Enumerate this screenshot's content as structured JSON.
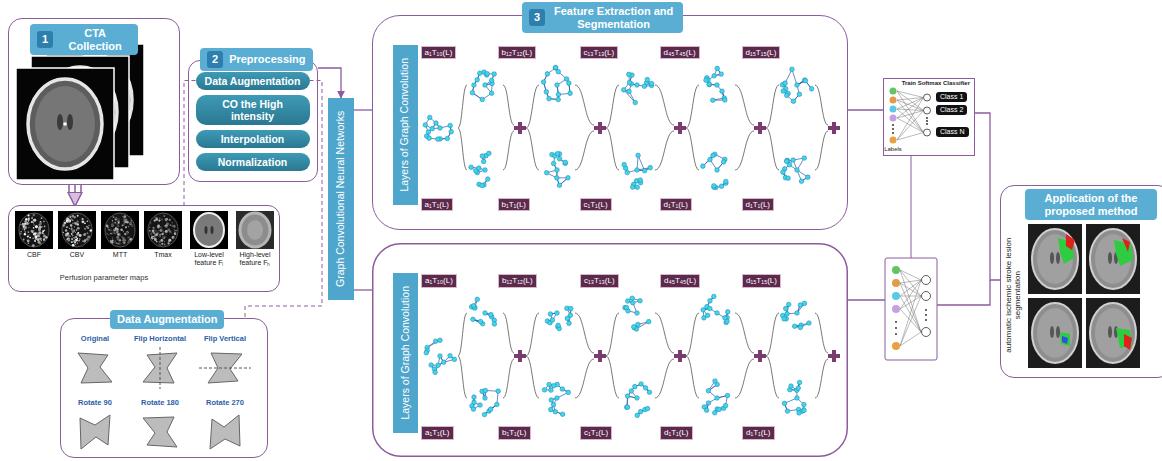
{
  "diagram": {
    "nodes": [
      {
        "text": [
          "1",
          "CTA Collection"
        ]
      },
      {
        "text": [
          "2",
          "Preprocessing"
        ]
      },
      {
        "text": [
          "Data Augmentation"
        ],
        "in": 1
      },
      {
        "text": [
          "CO the High intensity"
        ],
        "in": 1
      },
      {
        "text": [
          "Interpolation"
        ],
        "in": 1
      },
      {
        "text": [
          "Normalization"
        ],
        "in": 1
      },
      {
        "text": [
          "Perfusion parameter maps"
        ]
      },
      {
        "text": [
          "Data Augmentation"
        ]
      },
      {
        "text": [
          "Graph Convolutional Neural Networks"
        ]
      },
      {
        "text": [
          "3",
          "Feature Extraction and Segmentation"
        ]
      },
      {
        "text": [
          "Layers of Graph Convolution"
        ],
        "in": 9
      },
      {
        "text": [
          "a₁T₁₀(L)"
        ],
        "in": 9
      },
      {
        "text": [
          "a₁T₁(L)"
        ],
        "in": 9
      },
      {
        "text": [
          "b₁₂T₁₂(L)"
        ],
        "in": 9
      },
      {
        "text": [
          "b₁T₁(L)"
        ],
        "in": 9
      },
      {
        "text": [
          "c₁₃T₁₃(L)"
        ],
        "in": 9
      },
      {
        "text": [
          "c₁T₁(L)"
        ],
        "in": 9
      },
      {
        "text": [
          "d₄₅T₄₅(L)"
        ],
        "in": 9
      },
      {
        "text": [
          "d₁T₁(L)"
        ],
        "in": 9
      },
      {
        "text": [
          "d₁₅T₁₅(L)"
        ],
        "in": 9
      },
      {
        "text": [
          "d₁T₁(L)"
        ],
        "in": 9
      },
      {
        "text": [
          "Layers of Graph Convolution"
        ]
      },
      {
        "text": [
          "a₁T₁₀(L)"
        ]
      },
      {
        "text": [
          "a₁T₁(L)"
        ]
      },
      {
        "text": [
          "b₁₂T₁₂(L)"
        ]
      },
      {
        "text": [
          "b₁T₁(L)"
        ]
      },
      {
        "text": [
          "c₁₃T₁₃(L)"
        ]
      },
      {
        "text": [
          "c₁T₁(L)"
        ]
      },
      {
        "text": [
          "d₄₅T₄₅(L)"
        ]
      },
      {
        "text": [
          "d₁T₁(L)"
        ]
      },
      {
        "text": [
          "d₁₅T₁₅(L)"
        ]
      },
      {
        "text": [
          "d₁T₁(L)"
        ]
      },
      {
        "text": [
          "Train Softmax Classifier"
        ]
      },
      {
        "text": [
          "Class 1"
        ],
        "in": 32
      },
      {
        "text": [
          "Class 2"
        ],
        "in": 32
      },
      {
        "text": [
          "Class N"
        ],
        "in": 32
      },
      {
        "text": [
          "Application of the proposed method"
        ]
      }
    ],
    "edges": [
      {
        "from": 0,
        "to": 6,
        "arrow": "to"
      },
      {
        "from": 1,
        "to": 8,
        "arrow": "to"
      },
      {
        "from": 2,
        "to": 6,
        "arrow": "none"
      },
      {
        "from": 2,
        "to": 7,
        "arrow": "none"
      },
      {
        "from": 8,
        "to": 9,
        "arrow": "none"
      },
      {
        "from": 9,
        "to": 32,
        "arrow": "none"
      },
      {
        "from": 32,
        "to": 36,
        "arrow": "none"
      }
    ],
    "labels": [
      "CBF",
      "CBV",
      "MTT",
      "Tmax",
      "Low-level feature Fₗ",
      "High-level feature Fₕ",
      "Original",
      "Flip Horizontal",
      "Flip Vertical",
      "Rotate 90",
      "Rotate 180",
      "Rotate 270",
      "Labels",
      "automatic ischemic stroke lesion segmentation"
    ]
  }
}
